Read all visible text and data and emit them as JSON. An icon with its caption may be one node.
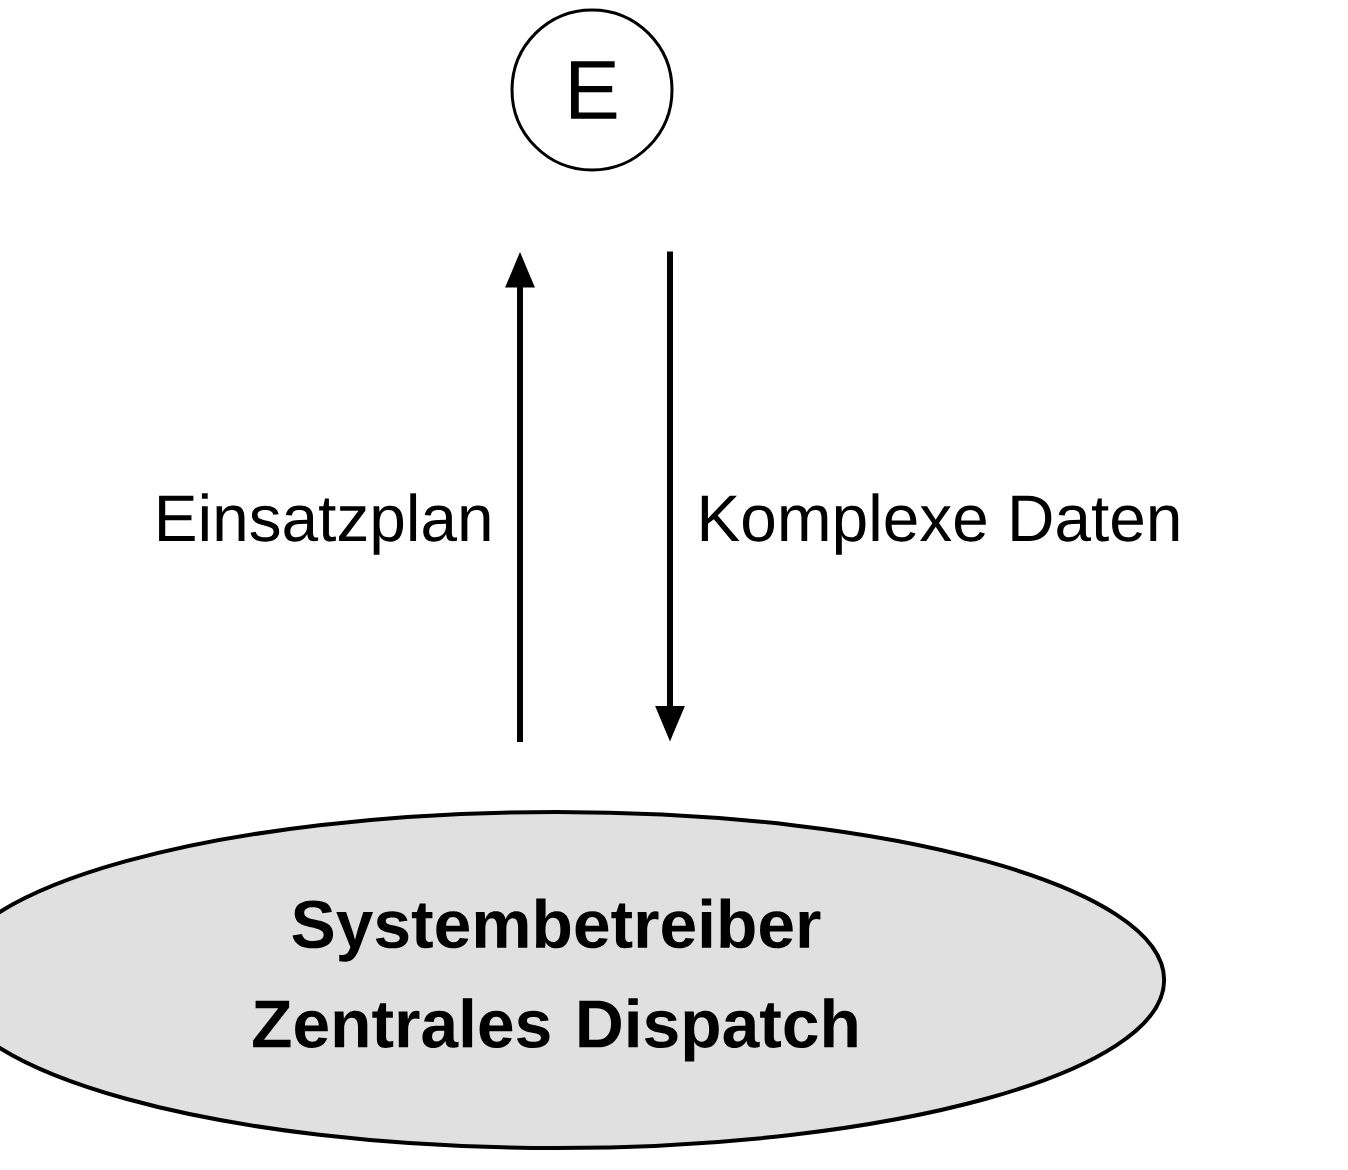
{
  "diagram": {
    "nodes": [
      {
        "text": [
          "E"
        ]
      },
      {
        "text": [
          "Systembetreiber Zentrales Dispatch"
        ]
      }
    ],
    "edges": [
      {
        "from": 1,
        "to": 0,
        "arrow": "to",
        "label": "Einsatzplan"
      },
      {
        "from": 0,
        "to": 1,
        "arrow": "to",
        "label": "Komplexe Daten"
      }
    ]
  }
}
